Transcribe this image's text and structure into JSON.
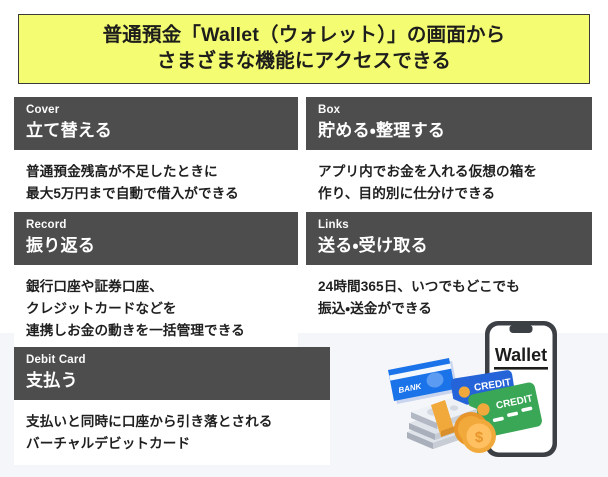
{
  "banner": {
    "line1": "普通預金「Wallet（ウォレット）」の画面から",
    "line2": "さまざまな機能にアクセスできる"
  },
  "cards": [
    {
      "eyebrow": "Cover",
      "title": "立て替える",
      "body": "普通預金残高が不足したときに\n最大5万円まで自動で借入ができる"
    },
    {
      "eyebrow": "Box",
      "title": "貯める・整理する",
      "body": "アプリ内でお金を入れる仮想の箱を\n作り、目的別に仕分けできる"
    },
    {
      "eyebrow": "Record",
      "title": "振り返る",
      "body": "銀行口座や証券口座、\nクレジットカードなどを\n連携しお金の動きを一括管理できる"
    },
    {
      "eyebrow": "Links",
      "title": "送る・受け取る",
      "body": "24時間365日、いつでもどこでも\n振込・送金ができる"
    },
    {
      "eyebrow": "Debit Card",
      "title": "支払う",
      "body": "支払いと同時に口座から引き落とされる\nバーチャルデビットカード"
    }
  ],
  "illustration": {
    "phone_screen_label": "Wallet",
    "bank_card_label": "BANK",
    "credit_card_blue_label": "CREDIT",
    "credit_card_green_label": "CREDIT",
    "coin_symbol": "$"
  },
  "colors": {
    "page_background": "#f5f6f9",
    "banner_fill": "#f4fc72",
    "banner_border": "#3a3a38",
    "card_header": "#4d4d4d",
    "card_body_background": "#ffffff",
    "text_dark": "#1f1f1f",
    "bank_card_blue": "#1a73e8",
    "credit_card_blue": "#2563d8",
    "credit_card_green": "#3aa757",
    "coin_gold": "#f2a93b",
    "cash_gray": "#d3d7de",
    "phone_frame": "#3c3f44"
  }
}
